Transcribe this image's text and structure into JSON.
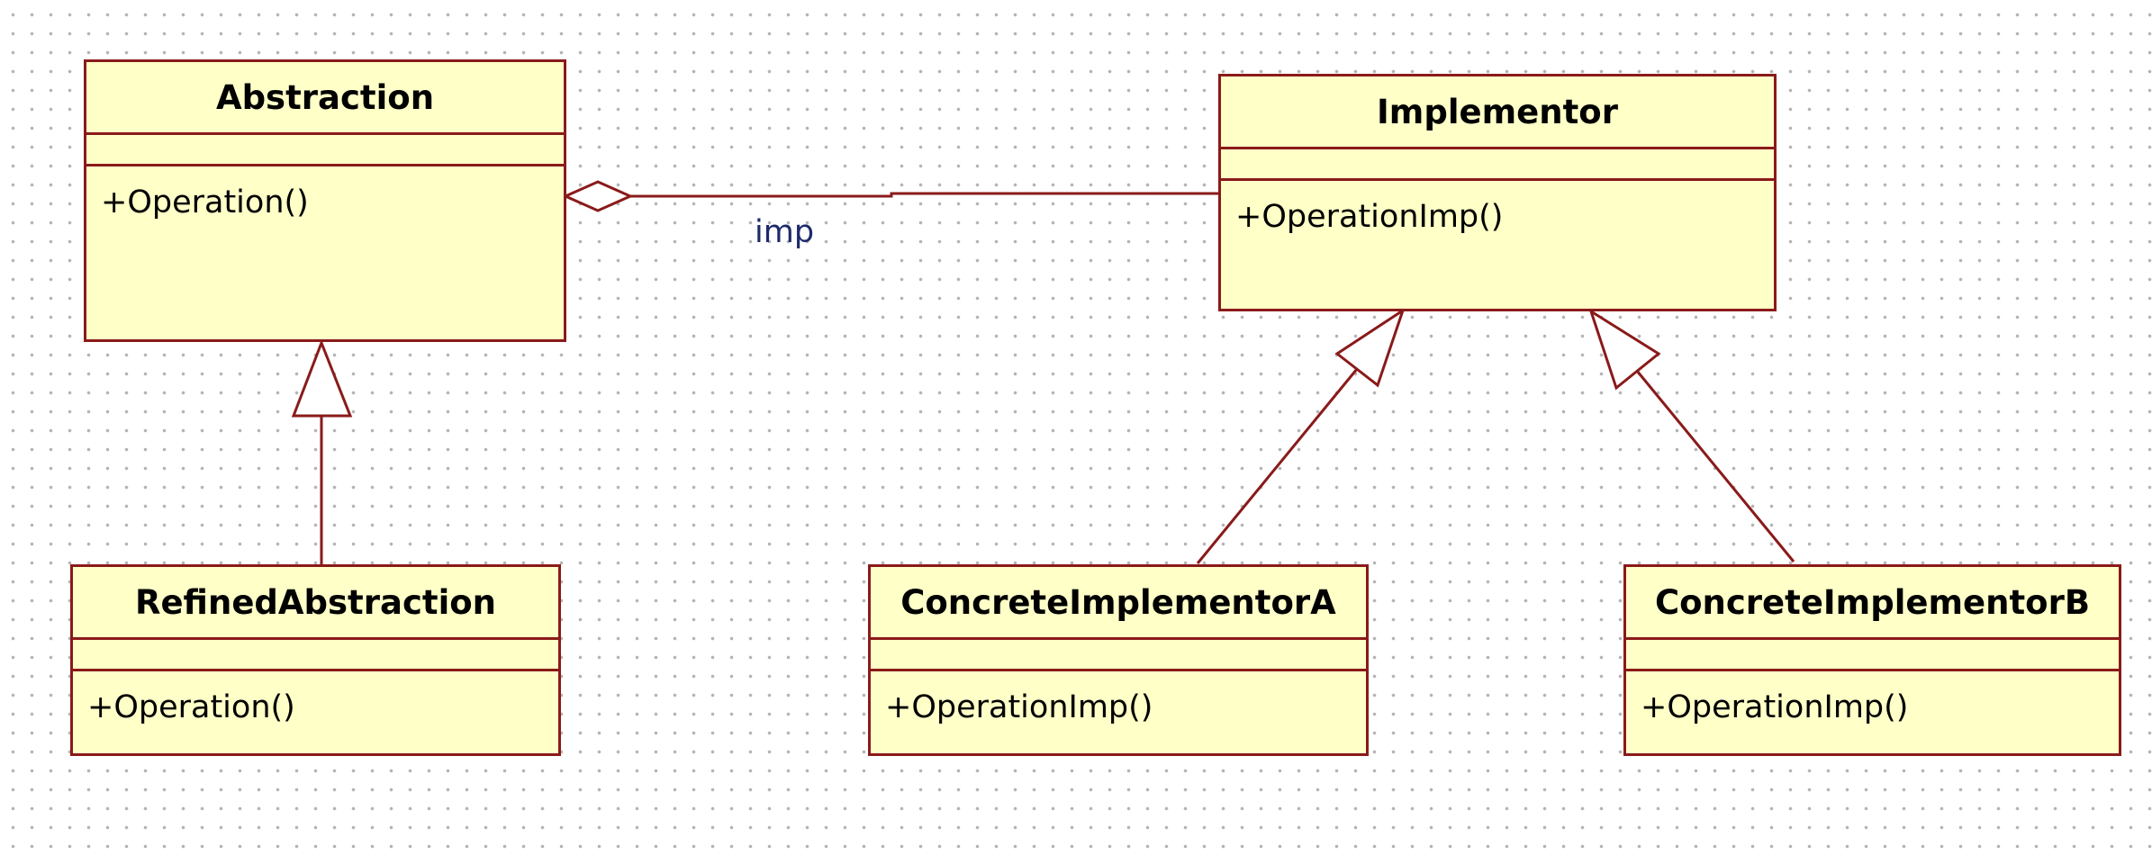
{
  "classes": {
    "abstraction": {
      "name": "Abstraction",
      "operation": "+Operation()"
    },
    "implementor": {
      "name": "Implementor",
      "operation": "+OperationImp()"
    },
    "refined_abstraction": {
      "name": "RefinedAbstraction",
      "operation": "+Operation()"
    },
    "concrete_implementor_a": {
      "name": "ConcreteImplementorA",
      "operation": "+OperationImp()"
    },
    "concrete_implementor_b": {
      "name": "ConcreteImplementorB",
      "operation": "+OperationImp()"
    }
  },
  "associations": {
    "abstraction_implementor": {
      "label": "imp"
    }
  },
  "colors": {
    "class_fill": "#ffffc8",
    "line": "#8a1a1a",
    "label_text": "#1e2a6b",
    "grid_dots": "#b4b4b4"
  }
}
